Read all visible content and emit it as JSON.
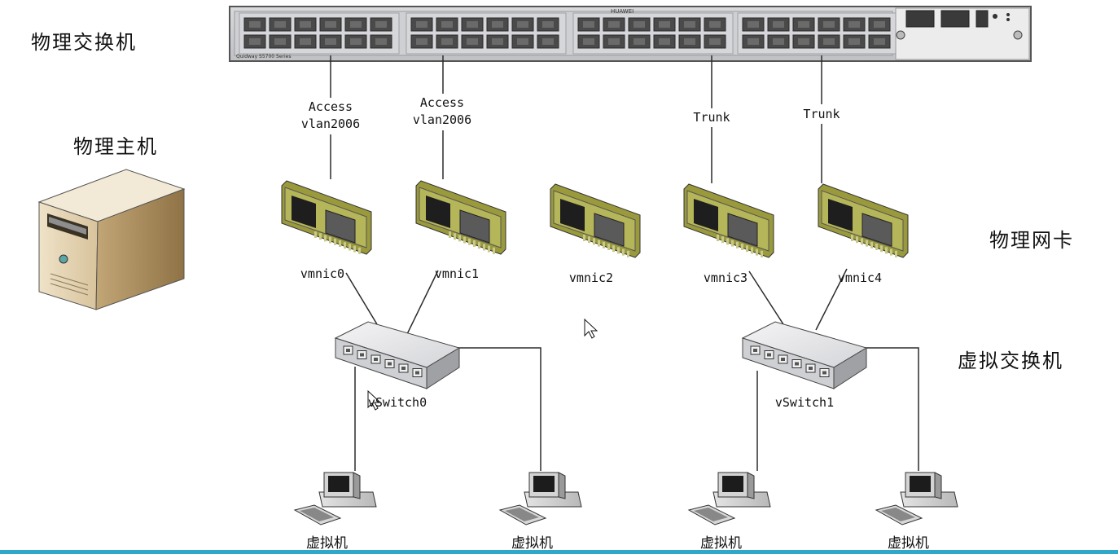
{
  "labels": {
    "physical_switch": "物理交换机",
    "physical_host": "物理主机",
    "physical_nic": "物理网卡",
    "virtual_switch": "虚拟交换机"
  },
  "switch_model": "Quidway S5700 Series",
  "switch_brand": "HUAWEI",
  "ports": [
    {
      "mode": "Access",
      "vlan": "vlan2006"
    },
    {
      "mode": "Access",
      "vlan": "vlan2006"
    },
    {
      "mode": "Trunk",
      "vlan": ""
    },
    {
      "mode": "Trunk",
      "vlan": ""
    }
  ],
  "nics": [
    "vmnic0",
    "vmnic1",
    "vmnic2",
    "vmnic3",
    "vmnic4"
  ],
  "vswitches": [
    "vSwitch0",
    "vSwitch1"
  ],
  "vms": [
    "虚拟机",
    "虚拟机",
    "虚拟机",
    "虚拟机"
  ],
  "colors": {
    "nic_board": "#9a9a3c",
    "nic_board_light": "#c9c98a",
    "vswitch_top": "#e8e8ea",
    "line": "#2b2b2b",
    "accent_bar": "#2fa7c9"
  }
}
